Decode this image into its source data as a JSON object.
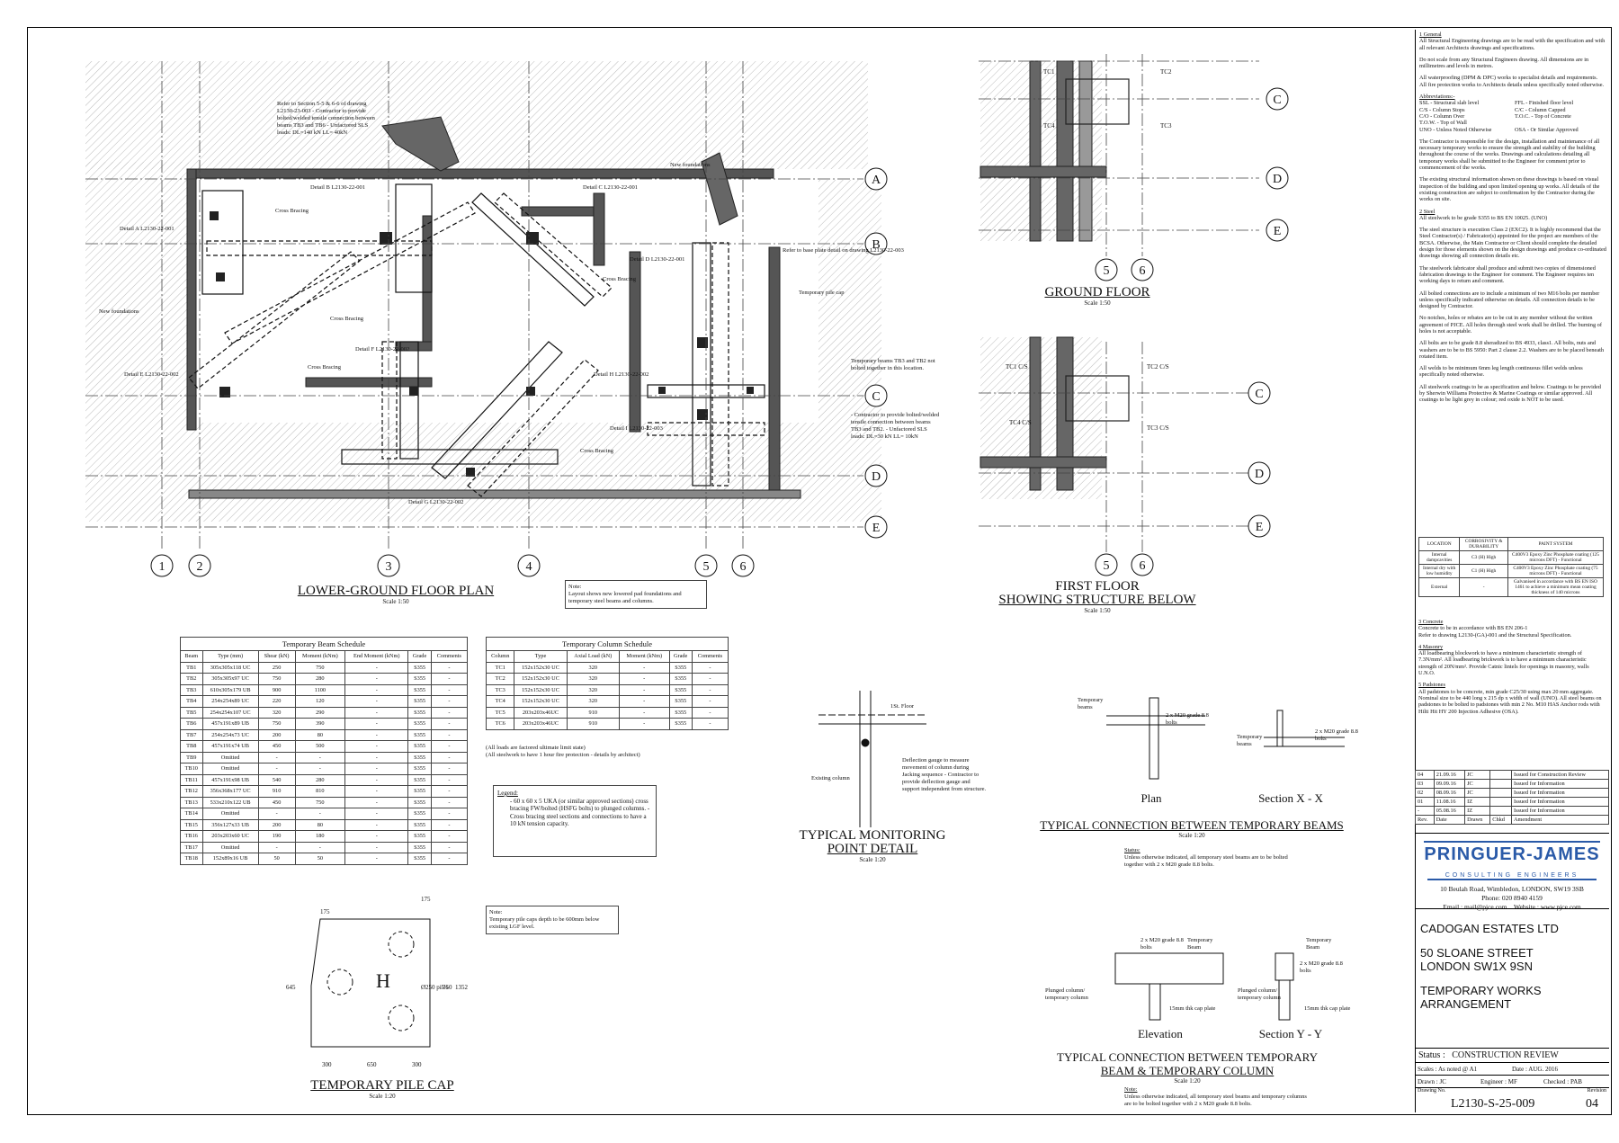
{
  "notes": {
    "general_h": "1 General",
    "general": [
      "All Structural Engineering drawings are to be read with the specification and with all relevant Architects drawings and specifications.",
      "Do not scale from any Structural Engineers drawing. All dimensions are in millimetres and levels in metres.",
      "All waterproofing (DPM & DPC) works to specialist details and requirements.",
      "All fire protection works to Architects details unless specifically noted otherwise."
    ],
    "abbr_h": "Abbreviations:-",
    "abbr": [
      "SSL - Structural slab level",
      "FFL - Finished floor level",
      "C/S - Column Stops",
      "C/C - Column Capped",
      "C/O - Column Over",
      "T.O.C. - Top of Concrete",
      "T.O.W. - Top of Wall",
      "",
      "UNO - Unless Noted Otherwise",
      "OSA - Or Similar Approved"
    ],
    "general2": [
      "The Contractor is responsible for the design, installation and maintenance of all necessary temporary works to ensure the strength and stability of the building throughout the course of the works. Drawings and calculations detailing all temporary works shall be submitted to the Engineer for comment prior to commencement of the works.",
      "The existing structural information shown on these drawings is based on visual inspection of the building and upon limited opening up works. All details of the existing construction are subject to confirmation by the Contractor during the works on site."
    ],
    "steel_h": "2 Steel",
    "steel": [
      "All steelwork to be grade S355 to BS EN 10025. (UNO)",
      "The steel structure is execution Class 2 (EXC2). It is highly recommend that the Steel Contractor(s) / Fabricator(s) appointed for the project are members of the BCSA. Otherwise, the Main Contractor or Client should complete the detailed design for those elements shown on the design drawings and produce co-ordinated drawings showing all connection details etc.",
      "The steelwork fabricator shall produce and submit two copies of dimensioned fabrication drawings to the Engineer for comment. The Engineer requires ten working days to return and comment.",
      "All bolted connections are to include a minimum of two M16 bolts per member unless specifically indicated otherwise on details. All connection details to be designed by Contractor.",
      "No notches, holes or rebates are to be cut in any member without the written agreement of PJCE. All holes through steel work shall be drilled. The burning of holes is not acceptable.",
      "All bolts are to be grade 8.8 sheradized to BS 4933, class1. All bolts, nuts and washers are to be to BS 5950: Part 2 clause 2.2. Washers are to be placed beneath rotated item.",
      "All welds to be minimum 6mm leg length continuous fillet welds unless specifically noted otherwise.",
      "All steelwork coatings to be as specification and below. Coatings to be provided by Sherwin Williams Protective & Marine Coatings or similar approved. All coatings to be light grey in colour; red oxide is NOT to be used."
    ],
    "corrosion": {
      "headers": [
        "LOCATION",
        "CORROSIVITY & DURABILITY",
        "PAINT SYSTEM"
      ],
      "rows": [
        [
          "Internal dampcavities",
          "C3 (H) High",
          "C400V3 Epoxy Zinc Phosphate coating (125 microns DFT) - Functional"
        ],
        [
          "Internal dry with low humidity",
          "C1 (H) High",
          "C400V3 Epoxy Zinc Phosphate coating (75 microns DFT) - Functional"
        ],
        [
          "External",
          "-",
          "Galvanised in accordance with BS EN ISO 1461 to achieve a minimum mean coating thickness of 140 microns"
        ]
      ]
    },
    "concrete_h": "3 Concrete",
    "concrete": [
      "Concrete to be in accordance with BS EN 206-1",
      "Refer to drawing L2130-(GA)-001 and the Structural Specification."
    ],
    "masonry_h": "4 Masonry",
    "masonry": [
      "All loadbearing blockwork to have a minimum characteristic strength of 7.3N/mm². All loadbearing brickwork is to have a minimum characteristic strength of 20N/mm². Provide Catnic lintels for openings in masonry, walls U.N.O."
    ],
    "padstones_h": "5 Padstones",
    "padstones": [
      "All padstones to be concrete, min grade C25/30 using max 20 mm aggregate. Nominal size to be 440 long x 215 dp x width of wall (UNO). All steel beams on padstones to be bolted to padstones with min 2 No. M10 HAS Anchor rods with Hilti Hit HY 200 Injection Adhesive (OSA)."
    ]
  },
  "revisions": [
    [
      "04",
      "21.09.16",
      "JC",
      "",
      "Issued for Construction Review"
    ],
    [
      "03",
      "09.09.16",
      "JC",
      "",
      "Issued for Information"
    ],
    [
      "02",
      "08.09.16",
      "JC",
      "",
      "Issued for Information"
    ],
    [
      "01",
      "11.08.16",
      "IZ",
      "",
      "Issued for Information"
    ],
    [
      "-",
      "05.08.16",
      "IZ",
      "",
      "Issued for Information"
    ],
    [
      "Rev.",
      "Date",
      "Drawn",
      "Chkd",
      "Amendment"
    ]
  ],
  "logo": {
    "name": "PRINGUER-JAMES",
    "sub": "CONSULTING ENGINEERS",
    "addr": "10 Beulah Road, Wimbledon, LONDON, SW19 3SB",
    "phone": "Phone: 020 8940 4159",
    "email": "Email : mail@pjce.com",
    "web": "Website : www.pjce.com"
  },
  "client": {
    "name": "CADOGAN ESTATES LTD",
    "addr1": "50 SLOANE STREET",
    "addr2": "LONDON SW1X 9SN",
    "title1": "TEMPORARY WORKS",
    "title2": "ARRANGEMENT"
  },
  "meta": {
    "status_label": "Status :",
    "status": "CONSTRUCTION REVIEW",
    "scales_l": "Scales :",
    "scales": "As noted @ A1",
    "date_l": "Date :",
    "date": "AUG. 2016",
    "drawn_l": "Drawn :",
    "drawn": "JC",
    "eng_l": "Engineer :",
    "eng": "MF",
    "chk_l": "Checked :",
    "chk": "PAB",
    "dno_l": "Drawing No.",
    "rev_l": "Revision",
    "dno": "L2130-S-25-009",
    "rev": "04"
  },
  "beam_schedule": {
    "caption": "Temporary Beam Schedule",
    "headers": [
      "Beam",
      "Type (mm)",
      "Shear (kN)",
      "Moment (kNm)",
      "End Moment (kNm)",
      "Grade",
      "Comments"
    ],
    "rows": [
      [
        "TB1",
        "305x305x118 UC",
        "250",
        "750",
        "-",
        "S355",
        "-"
      ],
      [
        "TB2",
        "305x305x97 UC",
        "750",
        "280",
        "-",
        "S355",
        "-"
      ],
      [
        "TB3",
        "610x305x179 UB",
        "900",
        "1100",
        "-",
        "S355",
        "-"
      ],
      [
        "TB4",
        "254x254x89 UC",
        "220",
        "120",
        "-",
        "S355",
        "-"
      ],
      [
        "TB5",
        "254x254x107 UC",
        "320",
        "290",
        "-",
        "S355",
        "-"
      ],
      [
        "TB6",
        "457x191x89 UB",
        "750",
        "390",
        "-",
        "S355",
        "-"
      ],
      [
        "TB7",
        "254x254x73 UC",
        "200",
        "80",
        "-",
        "S355",
        "-"
      ],
      [
        "TB8",
        "457x191x74 UB",
        "450",
        "500",
        "-",
        "S355",
        "-"
      ],
      [
        "TB9",
        "Omitted",
        "-",
        "-",
        "-",
        "S355",
        "-"
      ],
      [
        "TB10",
        "Omitted",
        "-",
        "-",
        "-",
        "S355",
        "-"
      ],
      [
        "TB11",
        "457x191x98 UB",
        "540",
        "280",
        "-",
        "S355",
        "-"
      ],
      [
        "TB12",
        "356x368x177 UC",
        "910",
        "810",
        "-",
        "S355",
        "-"
      ],
      [
        "TB13",
        "533x210x122 UB",
        "450",
        "750",
        "-",
        "S355",
        "-"
      ],
      [
        "TB14",
        "Omitted",
        "-",
        "-",
        "-",
        "S355",
        "-"
      ],
      [
        "TB15",
        "356x127x33 UB",
        "200",
        "80",
        "-",
        "S355",
        "-"
      ],
      [
        "TB16",
        "203x203x60 UC",
        "190",
        "180",
        "-",
        "S355",
        "-"
      ],
      [
        "TB17",
        "Omitted",
        "-",
        "-",
        "-",
        "S355",
        "-"
      ],
      [
        "TB18",
        "152x89x16 UB",
        "50",
        "50",
        "-",
        "S355",
        "-"
      ]
    ]
  },
  "column_schedule": {
    "caption": "Temporary Column Schedule",
    "headers": [
      "Column",
      "Type",
      "Axial Load (kN)",
      "Moment (kNm)",
      "Grade",
      "Comments"
    ],
    "rows": [
      [
        "TC1",
        "152x152x30 UC",
        "320",
        "-",
        "S355",
        "-"
      ],
      [
        "TC2",
        "152x152x30 UC",
        "320",
        "-",
        "S355",
        "-"
      ],
      [
        "TC3",
        "152x152x30 UC",
        "320",
        "-",
        "S355",
        "-"
      ],
      [
        "TC4",
        "152x152x30 UC",
        "320",
        "-",
        "S355",
        "-"
      ],
      [
        "TC5",
        "203x203x46UC",
        "910",
        "-",
        "S355",
        "-"
      ],
      [
        "TC6",
        "203x203x46UC",
        "910",
        "-",
        "S355",
        "-"
      ]
    ],
    "foot1": "(All loads are factored ultimate limit state)",
    "foot2": "(All steelwork to have 1 hour fire protection - details by architect)"
  },
  "legend": {
    "title": "Legend:",
    "text": "- 60 x 60 x 5 UKA (or similar approved sections) cross bracing FW/bolted (HSFG bolts) to plunged columns. - Cross bracing steel sections and connections to have a 10 kN tension capacity."
  },
  "plan": {
    "title": "LOWER-GROUND FLOOR PLAN",
    "scale": "Scale 1:50",
    "note_title": "Note:",
    "note": "Layout shows new lowered pad foundations and temporary steel beams and columns.",
    "grid_numbers": [
      "1",
      "2",
      "3",
      "4",
      "5",
      "6"
    ],
    "grid_letters": [
      "A",
      "B",
      "C",
      "D",
      "E"
    ],
    "labels": {
      "ref_note": "Refer to Section 5-5 & 6-6 of drawing L2130-23-003 - Contractor to provide bolted/welded tensile connection between beams TB3 and TB6 - Unfactored SLS loads: DL=140 kN LL= 40kN",
      "detail_a": "Detail A L2130-22-001",
      "detail_b": "Detail B L2130-22-001",
      "detail_c": "Detail C L2130-22-001",
      "detail_d": "Detail D L2130-22-001",
      "detail_e": "Detail E L2130-22-002",
      "detail_f": "Detail F L2130-22-002",
      "detail_g": "Detail G L2130-22-002",
      "detail_h": "Detail H L2130-22-002",
      "detail_i": "Detail I L2130-22-003",
      "new_found": "New foundations",
      "cross": "Cross Bracing",
      "refer_base": "Refer to base plate detail on drawing L2130-22-003",
      "temp_pile": "Temporary pile cap",
      "tb3tb2": "Temporary beams TB3 and TB2 not bolted together in this location.",
      "contractor2": "- Contractor to provide bolted/welded tensile connection between beams TB3 and TB2. - Unfactored SLS loads: DL=30 kN LL= 10kN"
    }
  },
  "ground": {
    "title": "GROUND FLOOR",
    "scale": "Scale 1:50"
  },
  "first": {
    "title1": "FIRST FLOOR",
    "title2": "SHOWING STRUCTURE BELOW",
    "scale": "Scale 1:50"
  },
  "monitor": {
    "title1": "TYPICAL MONITORING",
    "title2": "POINT DETAIL",
    "scale": "Scale 1:20",
    "l1": "1St. Floor",
    "l2": "Deflection gauge to measure movement of column during Jacking sequence - Contractor to provide deflection gauge and support independent from structure.",
    "l3": "Existing column"
  },
  "conn_beams": {
    "title": "TYPICAL CONNECTION BETWEEN TEMPORARY BEAMS",
    "scale": "Scale 1:20",
    "plan": "Plan",
    "section": "Section X - X",
    "status": "Status:",
    "note": "Unless otherwise indicated, all temporary steel beams are to be bolted together with 2 x M20 grade 8.8 bolts.",
    "l1": "Temporary beams",
    "l2": "2 x M20 grade 8.8 bolts",
    "l3": "Temporary beams",
    "l4": "2 x M20 grade 8.8 bolts"
  },
  "conn_cols": {
    "title1": "TYPICAL CONNECTION BETWEEN TEMPORARY",
    "title2": "BEAM & TEMPORARY COLUMN",
    "scale": "Scale 1:20",
    "elev": "Elevation",
    "section": "Section Y - Y",
    "status": "Note:",
    "note": "Unless otherwise indicated, all temporary steel beams and temporary columns are to be bolted together with 2 x M20 grade 8.8 bolts.",
    "l1": "2 x M20 grade 8.8 bolts",
    "l2": "Temporary Beam",
    "l3": "Plunged column/ temporary column",
    "l4": "15mm thk cap plate",
    "l5": "Temporary Beam",
    "l6": "2 x M20 grade 8.8 bolts",
    "l7": "Plunged column/ temporary column",
    "l8": "15mm thk cap plate"
  },
  "pile": {
    "title": "TEMPORARY PILE CAP",
    "scale": "Scale 1:20",
    "note_title": "Note:",
    "note": "Temporary pile caps depth to be 600mm below existing LGF level.",
    "d175a": "175",
    "d175b": "175",
    "d645": "645",
    "d750": "750",
    "d1352": "1352",
    "d300a": "300",
    "d650": "650",
    "d300b": "300",
    "pile": "Ø250 piles"
  }
}
